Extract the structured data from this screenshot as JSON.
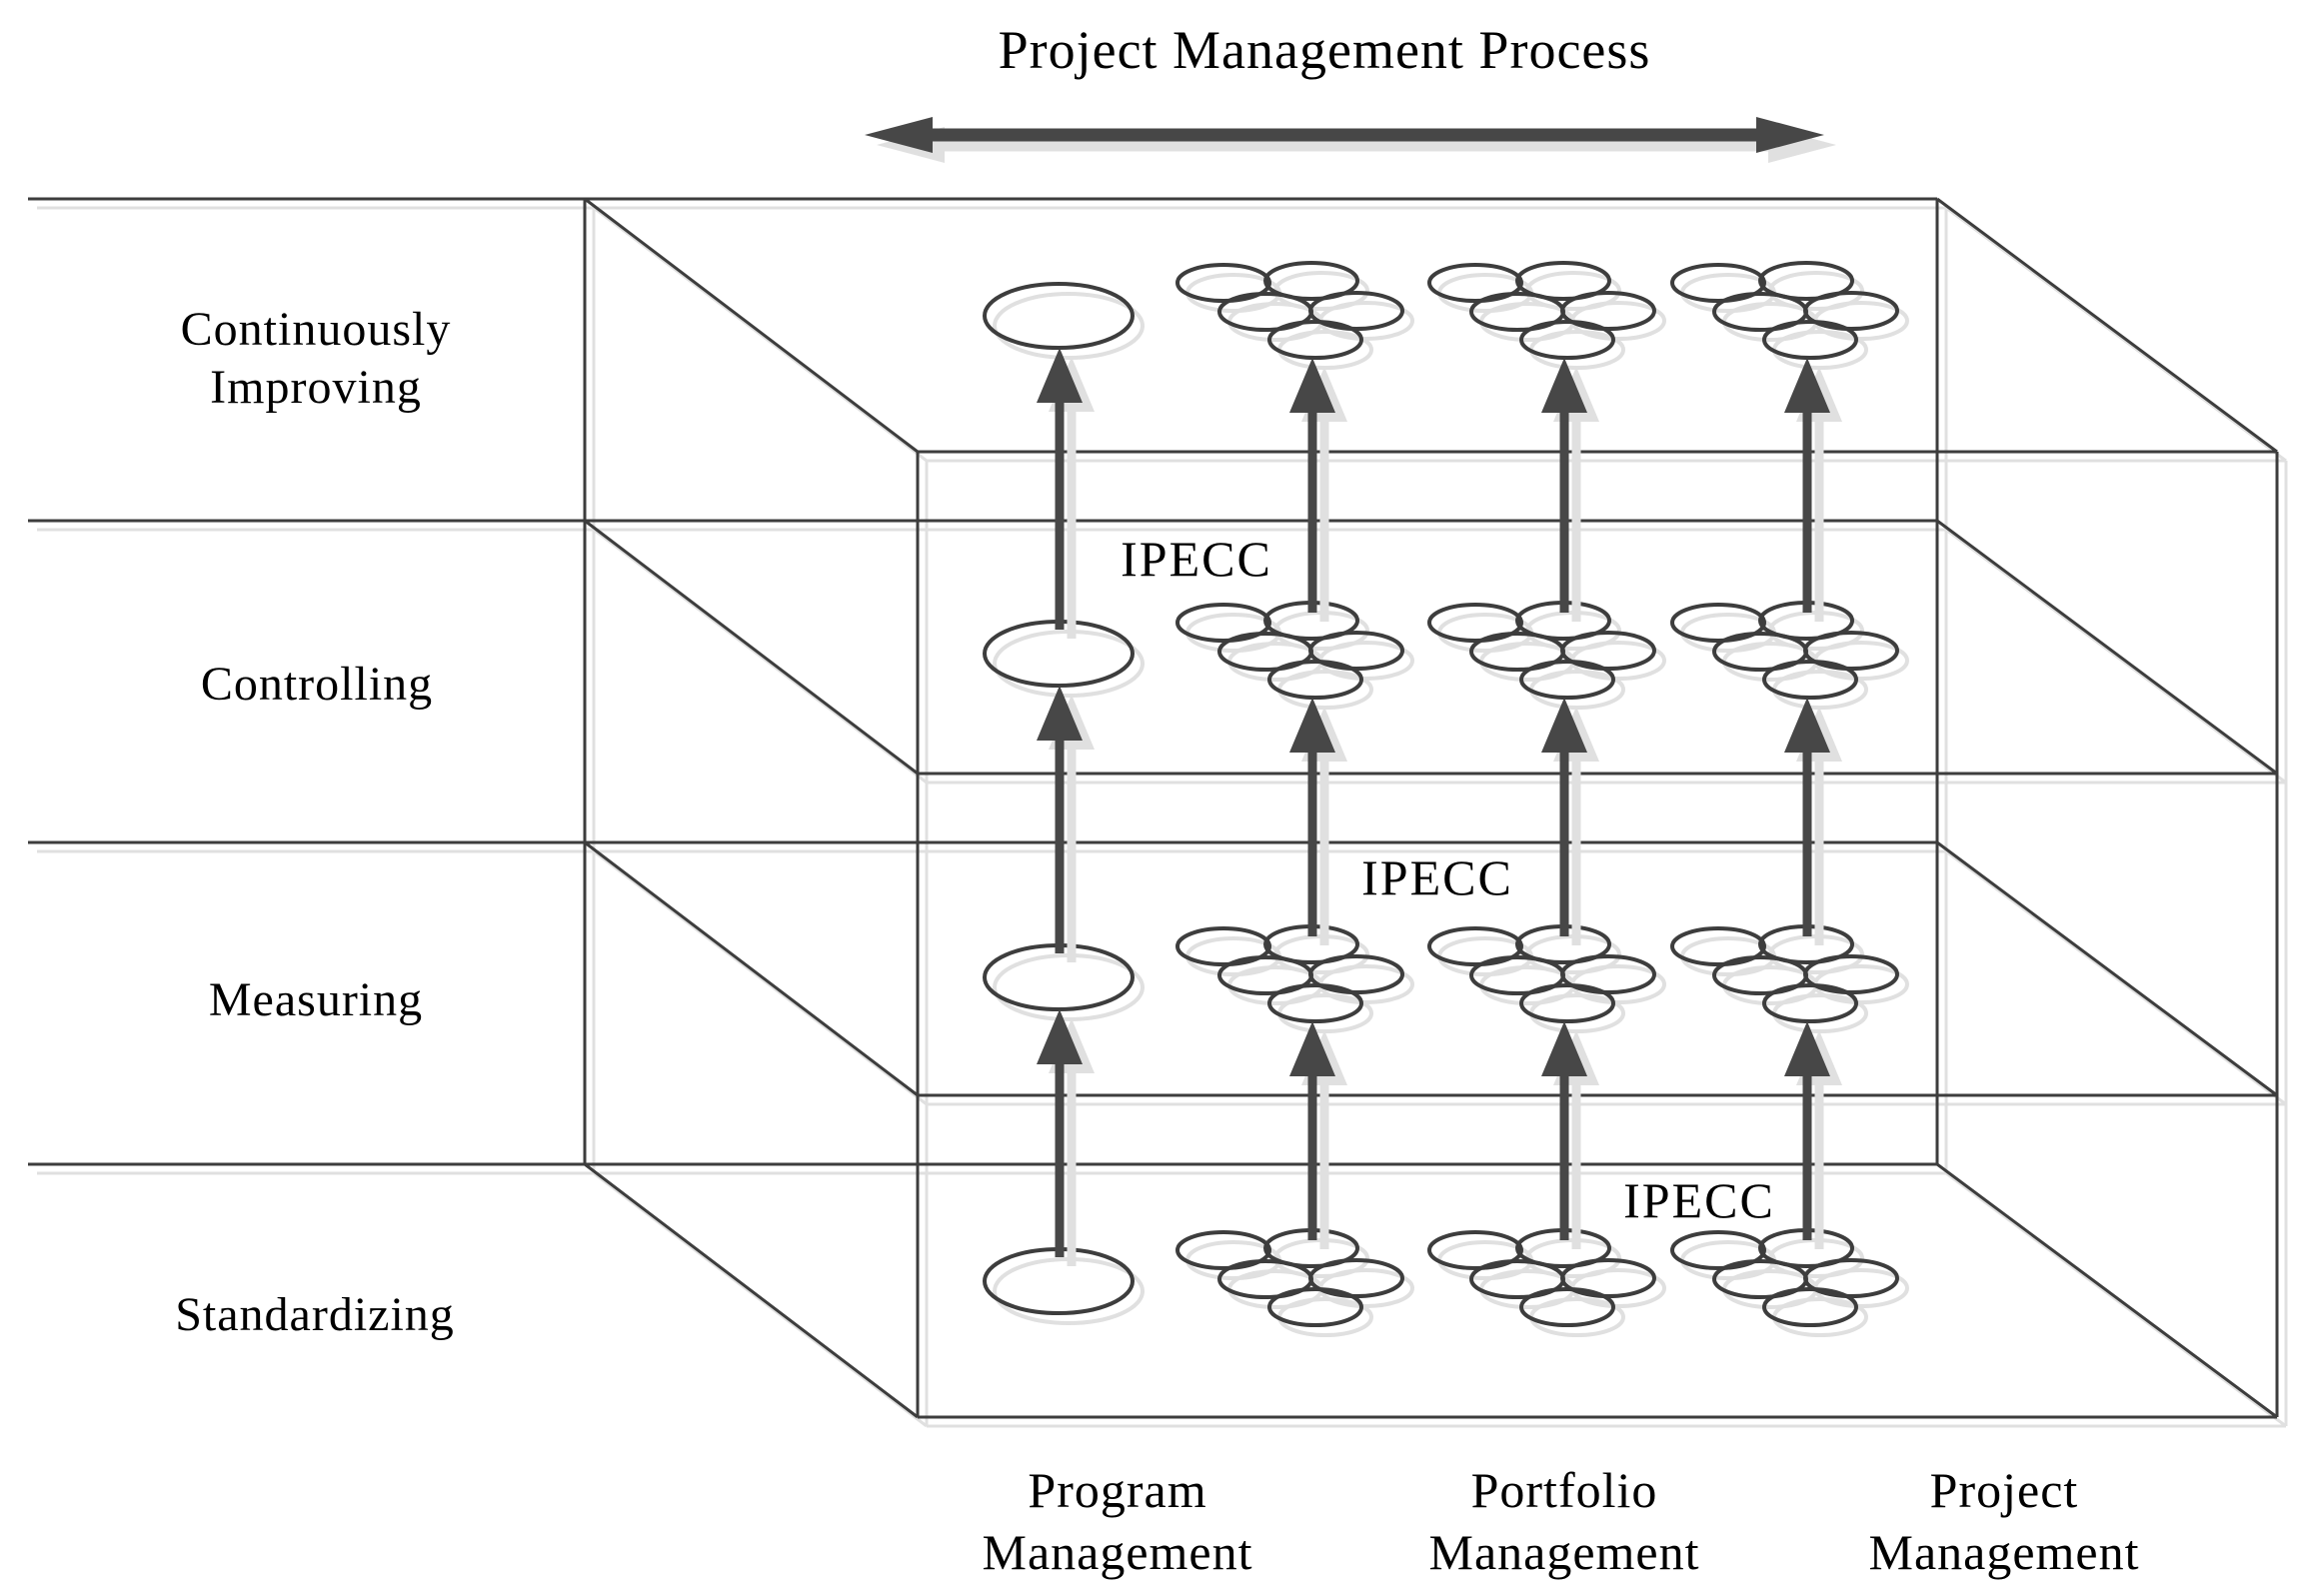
{
  "title": "Project Management Process",
  "process_axis": {
    "label": "Project Management Process",
    "arrow_icon": "double-headed-horizontal-arrow"
  },
  "rows": [
    {
      "label_line1": "Continuously",
      "label_line2": "Improving"
    },
    {
      "label_line1": "Controlling",
      "label_line2": ""
    },
    {
      "label_line1": "Measuring",
      "label_line2": ""
    },
    {
      "label_line1": "Standardizing",
      "label_line2": ""
    }
  ],
  "ipecc_labels": [
    "IPECC",
    "IPECC",
    "IPECC"
  ],
  "columns": [
    {
      "label_line1": "Program",
      "label_line2": "Management"
    },
    {
      "label_line1": "Portfolio",
      "label_line2": "Management"
    },
    {
      "label_line1": "Project",
      "label_line2": "Management"
    }
  ],
  "icons": {
    "up_arrow": "upward-flow-arrow",
    "single_process": "large-ellipse",
    "process_group": "five-ellipse-cluster"
  },
  "colors": {
    "line": "#3d3d3d",
    "arrow": "#474747",
    "shadow": "#e0e0e0",
    "text": "#000000",
    "background": "#ffffff"
  }
}
